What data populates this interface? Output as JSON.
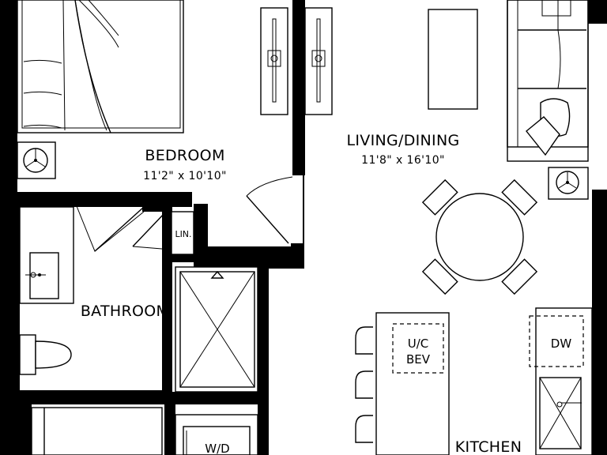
{
  "plan": {
    "rooms": {
      "bedroom": {
        "name": "BEDROOM",
        "dims": "11'2\" x 10'10\""
      },
      "living": {
        "name": "LIVING/DINING",
        "dims": "11'8\" x 16'10\""
      },
      "bathroom": {
        "name": "BATHROOM"
      },
      "kitchen": {
        "name": "KITCHEN"
      }
    },
    "fixtures": {
      "linen": "LIN.",
      "uc_bev_line1": "U/C",
      "uc_bev_line2": "BEV",
      "dishwasher": "DW",
      "washer_dryer": "W/D"
    }
  }
}
